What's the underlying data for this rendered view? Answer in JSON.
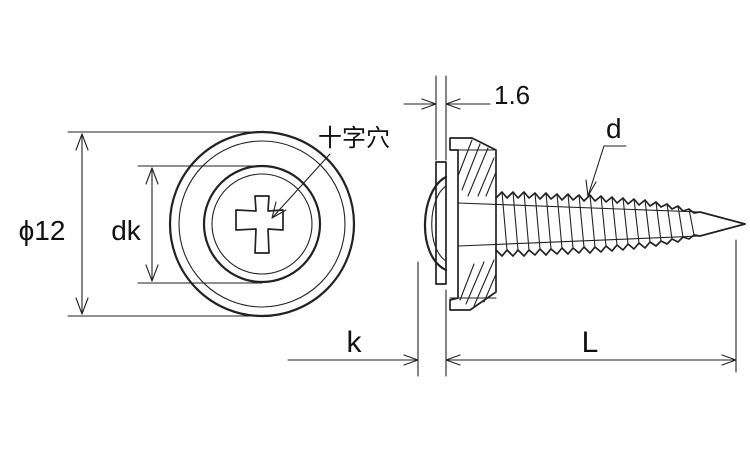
{
  "labels": {
    "outer_diameter": "ϕ12",
    "head_diameter": "dk",
    "recess": "十字穴",
    "washer_thickness": "1.6",
    "thread_diameter": "d",
    "head_height": "k",
    "length": "L"
  }
}
